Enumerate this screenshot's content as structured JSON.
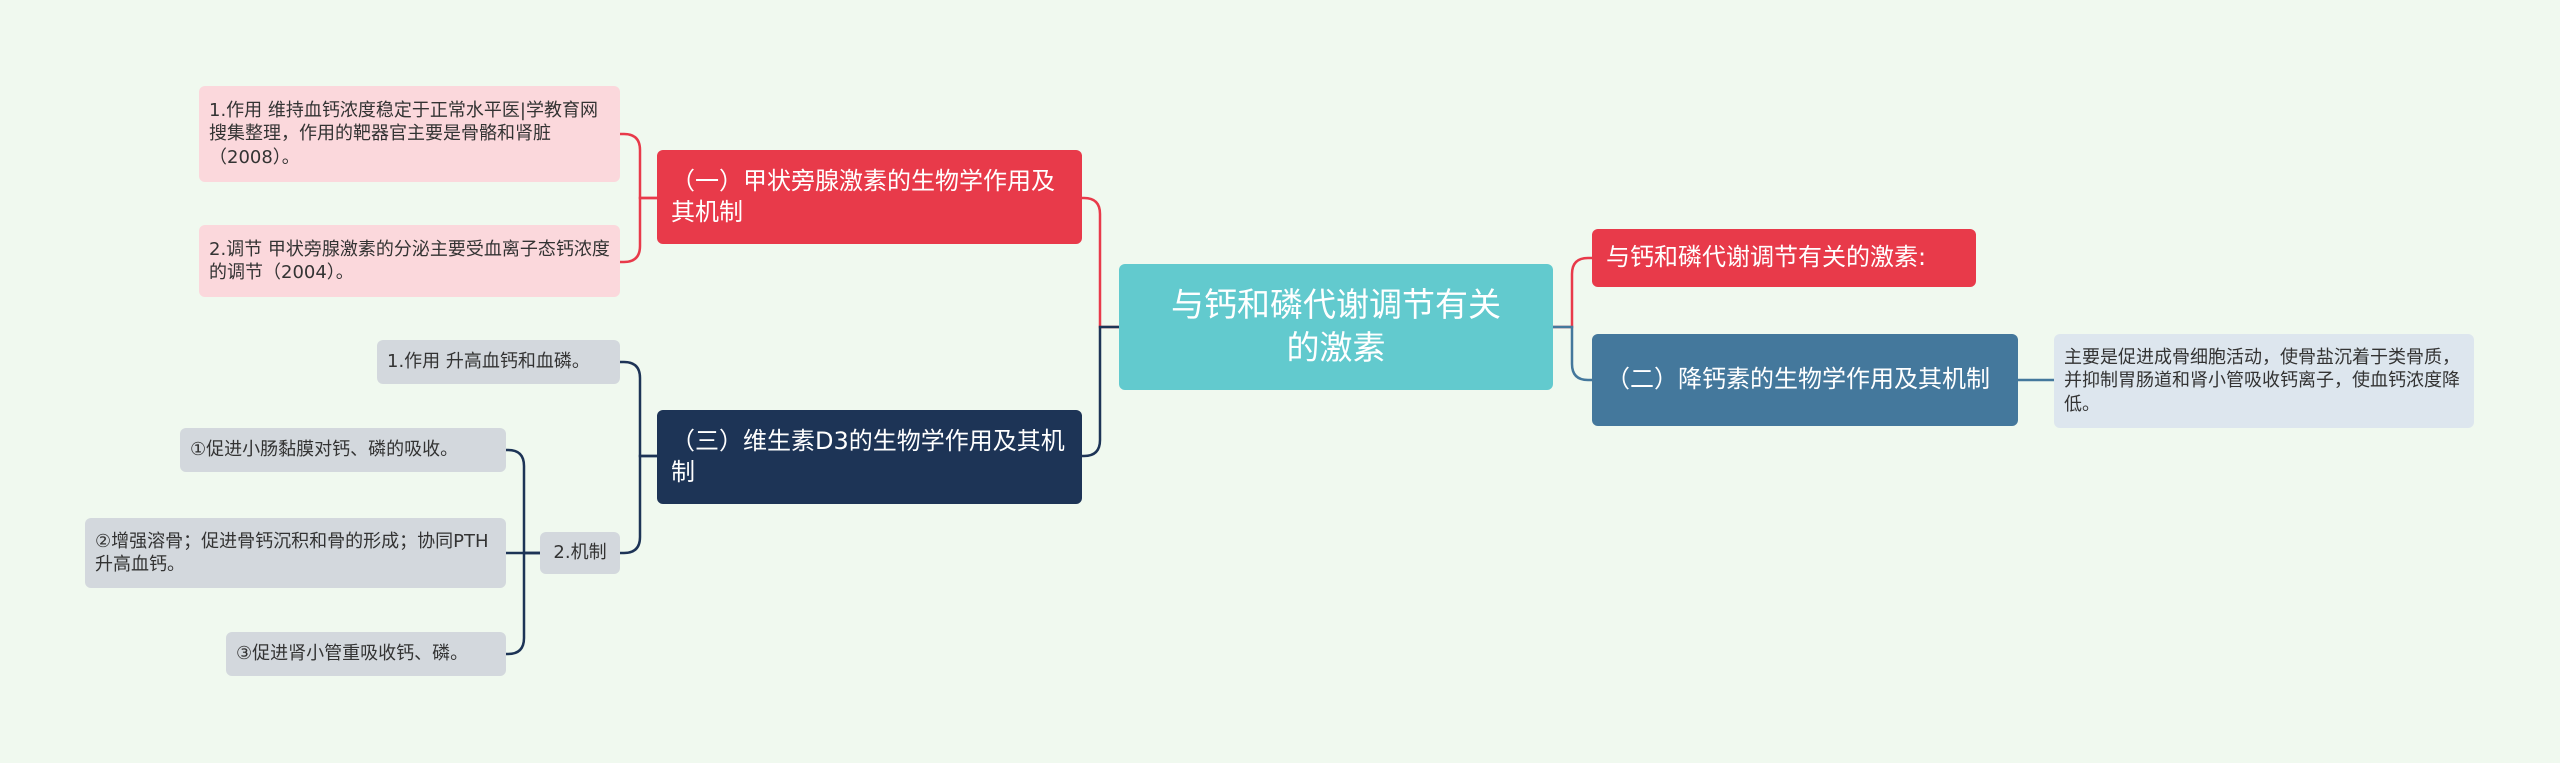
{
  "root": {
    "label": "与钙和磷代谢调节有关的激素"
  },
  "right": {
    "title_node": {
      "label": "与钙和磷代谢调节有关的激素:"
    },
    "calcitonin": {
      "label": "（二）降钙素的生物学作用及其机制",
      "detail": "主要是促进成骨细胞活动，使骨盐沉着于类骨质，并抑制胃肠道和肾小管吸收钙离子，使血钙浓度降低。"
    }
  },
  "left": {
    "pth": {
      "label": "（一）甲状旁腺激素的生物学作用及其机制",
      "items": [
        "1.作用 维持血钙浓度稳定于正常水平医|学教育网搜集整理，作用的靶器官主要是骨骼和肾脏（2008）。",
        "2.调节 甲状旁腺激素的分泌主要受血离子态钙浓度的调节（2004）。"
      ]
    },
    "vitd3": {
      "label": "（三）维生素D3的生物学作用及其机制",
      "effect": "1.作用 升高血钙和血磷。",
      "mechanism": {
        "label": "2.机制",
        "items": [
          "①促进小肠黏膜对钙、磷的吸收。",
          "②增强溶骨；促进骨钙沉积和骨的形成；协同PTH升高血钙。",
          "③促进肾小管重吸收钙、磷。"
        ]
      }
    }
  },
  "colors": {
    "background": "#f0f9ef",
    "root": "#62cace",
    "red": "#e83a4a",
    "blue": "#44789c",
    "navy": "#1d3456",
    "pink_leaf": "#fbd8dc",
    "grey_leaf": "#d3d8dd"
  }
}
